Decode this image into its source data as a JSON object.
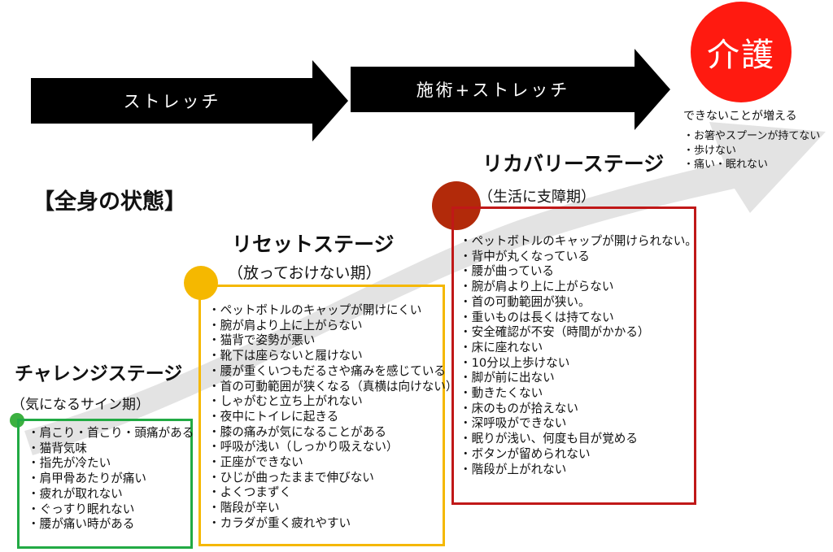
{
  "top_arrows": {
    "first": "ストレッチ",
    "second": "施術+ストレッチ"
  },
  "care": {
    "label": "介護",
    "caption": "できないことが増える",
    "items": [
      "・お箸やスプーンが持てない",
      "・歩けない",
      "・痛い・眠れない"
    ]
  },
  "section_title": "【全身の状態】",
  "stages": {
    "challenge": {
      "title": "チャレンジステージ",
      "subtitle": "（気になるサイン期）",
      "color": "#22aa44",
      "items": [
        "・肩こり・首こり・頭痛がある",
        "・猫背気味",
        "・指先が冷たい",
        "・肩甲骨あたりが痛い",
        "・疲れが取れない",
        "・ぐっすり眠れない",
        "・腰が痛い時がある"
      ]
    },
    "reset": {
      "title": "リセットステージ",
      "subtitle": "（放っておけない期）",
      "color": "#f5b800",
      "items": [
        "・ペットボトルのキャップが開けにくい",
        "・腕が肩より上に上がらない",
        "・猫背で姿勢が悪い",
        "・靴下は座らないと履けない",
        "・腰が重くいつもだるさや痛みを感じている",
        "・首の可動範囲が狭くなる（真横は向けない）",
        "・しゃがむと立ち上がれない",
        "・夜中にトイレに起きる",
        "・膝の痛みが気になることがある",
        "・呼吸が浅い（しっかり吸えない）",
        "・正座ができない",
        "・ひじが曲ったままで伸びない",
        "・よくつまずく",
        "・階段が辛い",
        "・カラダが重く疲れやすい"
      ]
    },
    "recovery": {
      "title": "リカバリーステージ",
      "subtitle": "（生活に支障期）",
      "color": "#c01818",
      "items": [
        "・ペットボトルのキャップが開けられない。",
        "・背中が丸くなっている",
        "・腰が曲っている",
        "・腕が肩より上に上がらない",
        "・首の可動範囲が狭い。",
        "・重いものは長くは持てない",
        "・安全確認が不安（時間がかかる）",
        "・床に座れない",
        "・10分以上歩けない",
        "・脚が前に出ない",
        "・動きたくない",
        "・床のものが拾えない",
        "・深呼吸ができない",
        "・眠りが浅い、何度も目が覚める",
        "・ボタンが留められない",
        "・階段が上がれない"
      ]
    }
  }
}
